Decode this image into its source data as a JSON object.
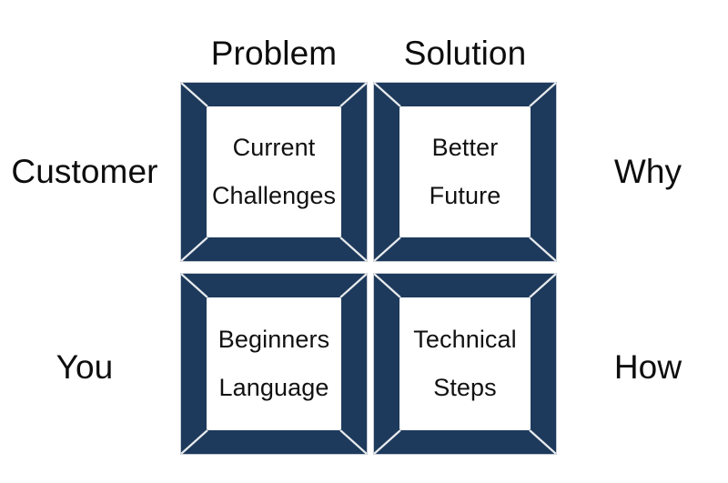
{
  "diagram": {
    "title": "Problem Solution Customer You Why How Matrix",
    "colors": {
      "frame": "#1d3a5c",
      "frame_edge": "#163050",
      "miter_line": "#e8eaed",
      "background": "#ffffff",
      "text": "#111111"
    },
    "column_headers": [
      {
        "label": "Problem"
      },
      {
        "label": "Solution"
      }
    ],
    "left_labels": [
      {
        "label": "Customer"
      },
      {
        "label": "You"
      }
    ],
    "right_labels": [
      {
        "label": "Why"
      },
      {
        "label": "How"
      }
    ],
    "cells": [
      {
        "id": "problem-customer",
        "line1": "Current",
        "line2": "Challenges"
      },
      {
        "id": "solution-why",
        "line1": "Better",
        "line2": "Future"
      },
      {
        "id": "problem-you",
        "line1": "Beginners",
        "line2": "Language"
      },
      {
        "id": "solution-how",
        "line1": "Technical",
        "line2": "Steps"
      }
    ]
  }
}
